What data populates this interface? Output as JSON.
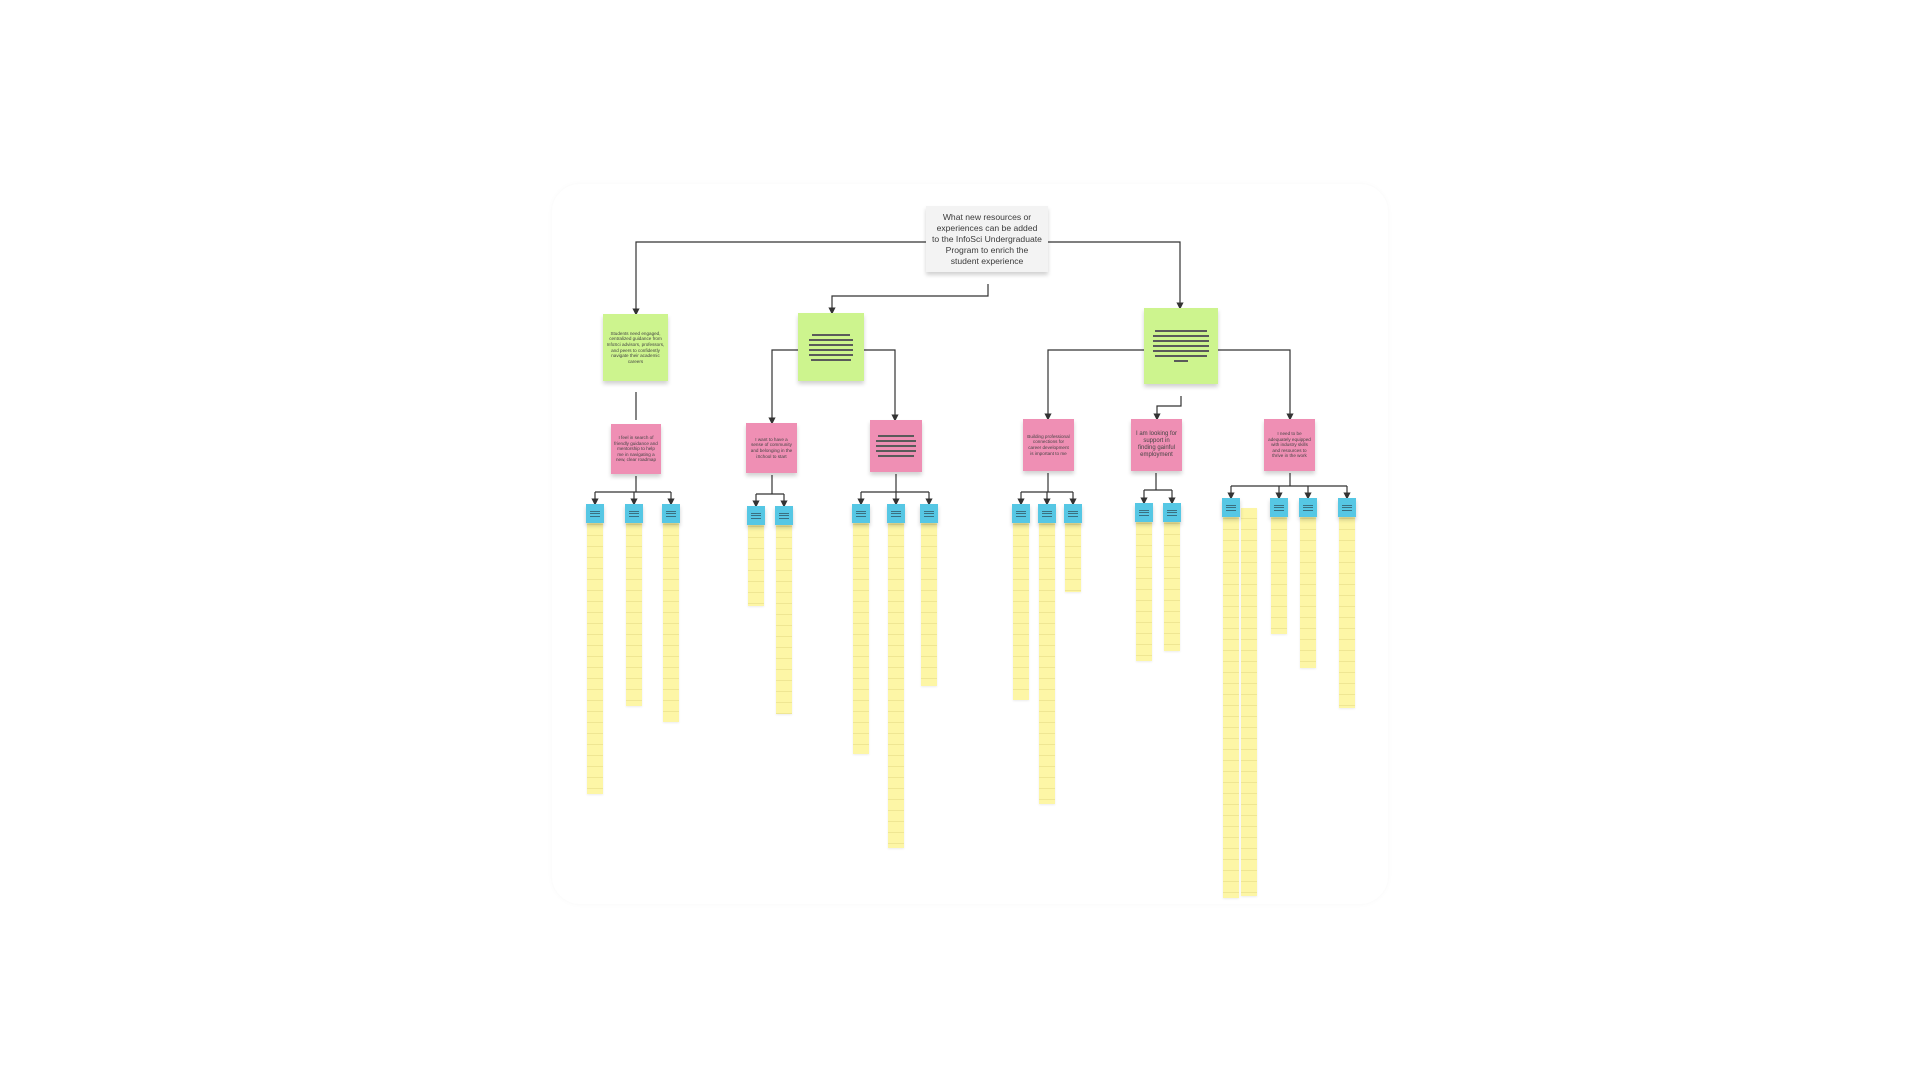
{
  "question": "What new resources or experiences can be added to the InfoSci Undergraduate Program to enrich the student experience",
  "themes": [
    {
      "text": "Students need engaged, centralized guidance from InfoSci advisors, professors, and peers to confidently navigate their academic careers",
      "insights": [
        {
          "text": "I feel in search of friendly guidance and mentorship to help me in navigating a new, clear roadmap",
          "observations": 3
        }
      ]
    },
    {
      "text": "",
      "insights": [
        {
          "text": "I want to have a sense of community and belonging in the iSchool to start",
          "observations": 2
        },
        {
          "text": "",
          "observations": 3
        }
      ]
    },
    {
      "text": "",
      "insights": [
        {
          "text": "Building professional connections for career development is important to me",
          "observations": 3
        },
        {
          "text": "I am looking for support in finding gainful employment",
          "observations": 2
        },
        {
          "text": "I need to be adequately equipped with industry skills and resources to thrive in the work",
          "observations": 4
        }
      ]
    }
  ],
  "colors": {
    "question": "#f3f3f3",
    "theme": "#cdf48e",
    "insight": "#ef8fb4",
    "observation": "#56c7e4",
    "response": "#fdf6a6",
    "connector": "#333333"
  }
}
